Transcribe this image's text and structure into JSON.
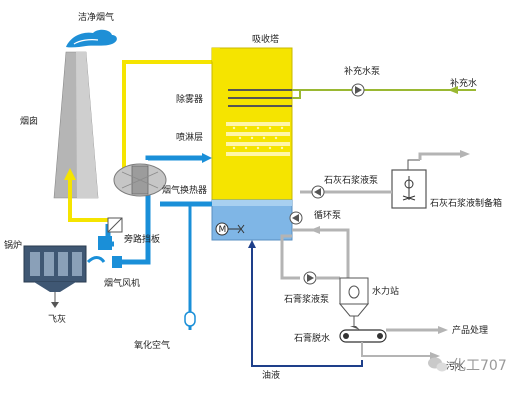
{
  "labels": {
    "clean_flue_gas": "洁净烟气",
    "chimney": "烟囱",
    "absorber": "吸收塔",
    "makeup_pump": "补充水泵",
    "makeup_water": "补充水",
    "demister": "除雾器",
    "spray_layer": "喷淋层",
    "gas_heat_exchanger": "烟气换热器",
    "limestone_pump": "石灰石浆液泵",
    "circulation_pump": "循环泵",
    "bypass_damper": "旁路挡板",
    "boiler": "锅炉",
    "fan": "烟气风机",
    "fly_ash": "飞灰",
    "oxidation_air": "氧化空气",
    "gypsum_pump": "石膏浆液泵",
    "hydrocyclone": "水力站",
    "gypsum_dewatering": "石膏脱水",
    "product_handling": "产品处理",
    "wastewater": "污水",
    "slurry_label": "油液",
    "limestone_prep_tank": "石灰石浆液制备箱",
    "mixer_motor": "M"
  },
  "watermark": "化工707",
  "colors": {
    "flue_gas_yellow": "#f5e400",
    "clean_gas_blue": "#1a8fd8",
    "water_green": "#9ab832",
    "slurry_gray": "#b4b4b4",
    "oil_dark_blue": "#1e3f8a",
    "absorber_yellow": "#f5e400"
  },
  "icons": [
    "chimney-plume-icon",
    "pump-icon",
    "fan-icon",
    "heat-exchanger-icon",
    "mixer-tank-icon",
    "hydrocyclone-icon",
    "belt-filter-icon",
    "wechat-icon"
  ]
}
